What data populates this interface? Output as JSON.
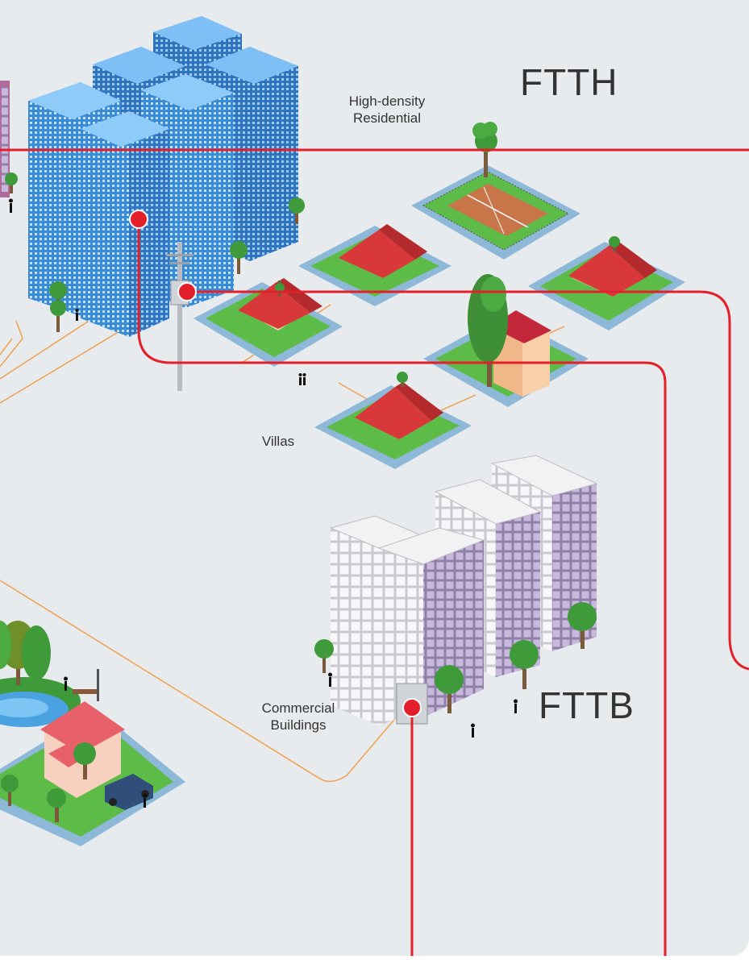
{
  "labels": {
    "ftth": "FTTH",
    "fttb": "FTTB",
    "high_density_line1": "High-density",
    "high_density_line2": "Residential",
    "villas": "Villas",
    "commercial_line1": "Commercial",
    "commercial_line2": "Buildings"
  },
  "colors": {
    "background": "#e8ebee",
    "fiber": "#e3202a",
    "copper": "#f0a050",
    "tower_blue": "#4a9be0",
    "office_gray": "#e8e8ec",
    "office_purple": "#b8a8cc",
    "grass": "#6cc24a",
    "roof": "#d9383a"
  }
}
